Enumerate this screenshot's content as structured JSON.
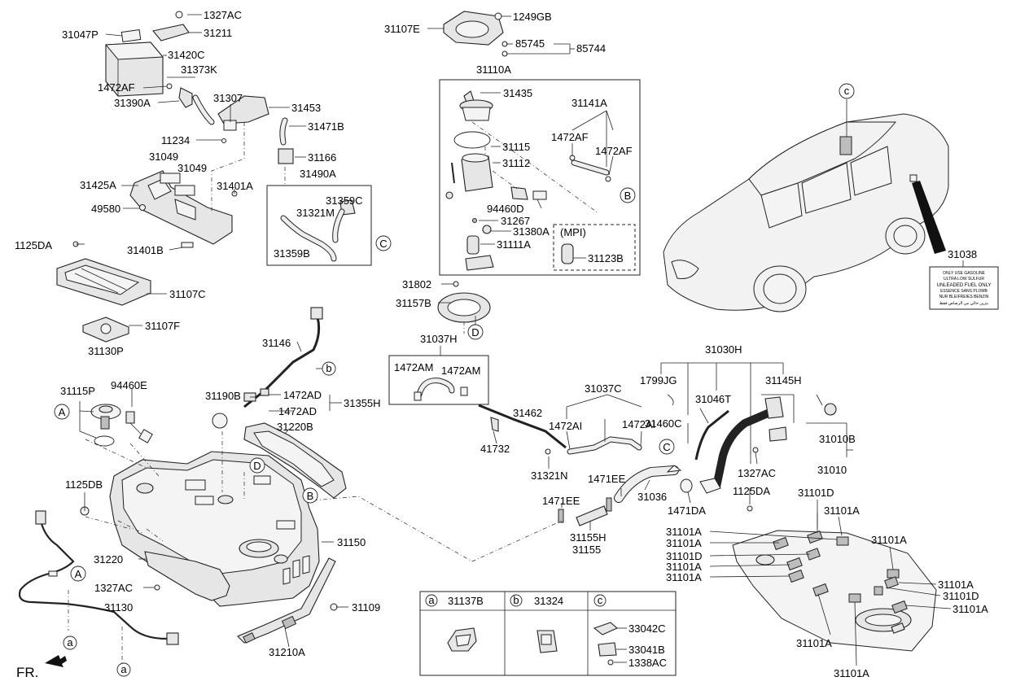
{
  "parts": {
    "p1327AC_top": "1327AC",
    "p31047P": "31047P",
    "p31211": "31211",
    "p31420C": "31420C",
    "p31373K": "31373K",
    "p1472AF_l": "1472AF",
    "p31390A": "31390A",
    "p31307": "31307",
    "p31453": "31453",
    "p31471B": "31471B",
    "p11234": "11234",
    "p31166": "31166",
    "p31049a": "31049",
    "p31049b": "31049",
    "p31490A": "31490A",
    "p31425A": "31425A",
    "p31401A": "31401A",
    "p31359C": "31359C",
    "p31321M": "31321M",
    "p49580": "49580",
    "p31401B": "31401B",
    "p31359B": "31359B",
    "p1125DA_l": "1125DA",
    "p31107C": "31107C",
    "p31107F": "31107F",
    "p31130P": "31130P",
    "p31115P": "31115P",
    "p94460E": "94460E",
    "p1125DB": "1125DB",
    "p31220": "31220",
    "p1327AC_l": "1327AC",
    "p31130": "31130",
    "p31109": "31109",
    "p31210A": "31210A",
    "p31150": "31150",
    "p31146": "31146",
    "p31190B": "31190B",
    "p1472AD_a": "1472AD",
    "p1472AD_b": "1472AD",
    "p31355H": "31355H",
    "p31220B": "31220B",
    "p31107E": "31107E",
    "p1249GB": "1249GB",
    "p85745": "85745",
    "p85744": "85744",
    "p31110A": "31110A",
    "p31435": "31435",
    "p31141A": "31141A",
    "p1472AF_m1": "1472AF",
    "p1472AF_m2": "1472AF",
    "p31115": "31115",
    "p31112": "31112",
    "p94460D": "94460D",
    "p31267": "31267",
    "p31380A": "31380A",
    "p31111A": "31111A",
    "mpi": "(MPI)",
    "p31123B": "31123B",
    "p31802": "31802",
    "p31157B": "31157B",
    "p31037H": "31037H",
    "p1472AM_a": "1472AM",
    "p1472AM_b": "1472AM",
    "p31462": "31462",
    "p41732": "41732",
    "p31037C": "31037C",
    "p1472AI_a": "1472AI",
    "p1472AI_b": "1472AI",
    "p31321N": "31321N",
    "p1471EE_a": "1471EE",
    "p1471EE_b": "1471EE",
    "p31036": "31036",
    "p1471DA": "1471DA",
    "p31155H": "31155H",
    "p31155": "31155",
    "p31030H": "31030H",
    "p1799JG": "1799JG",
    "p31145H": "31145H",
    "p31046T": "31046T",
    "p31460C": "31460C",
    "p1327AC_r": "1327AC",
    "p1125DA_r": "1125DA",
    "p31010B": "31010B",
    "p31010": "31010",
    "p31038": "31038",
    "p31101D_1": "31101D",
    "p31101A_1": "31101A",
    "p31101A_2": "31101A",
    "p31101A_3": "31101A",
    "p31101A_4": "31101A",
    "p31101D_2": "31101D",
    "p31101A_5": "31101A",
    "p31101A_6": "31101A",
    "p31101A_7": "31101A",
    "p31101D_3": "31101D",
    "p31101A_8": "31101A",
    "p31101A_9": "31101A",
    "p31101A_10": "31101A"
  },
  "callouts": {
    "A": "A",
    "B": "B",
    "C": "C",
    "D": "D",
    "a": "a",
    "b": "b",
    "c": "c"
  },
  "fuel_label_lines": [
    "ONLY USE GASOLINE",
    "ULTRA LOW SULFUR",
    "UNLEADED FUEL ONLY",
    "ESSENCE SANS PLOMB",
    "NUR BLEIFREIES BENZIN",
    "بنزين خالي من الرصاص فقط"
  ],
  "legend": {
    "a_part": "31137B",
    "b_part": "31324",
    "c_p1": "33042C",
    "c_p2": "33041B",
    "c_p3": "1338AC"
  },
  "direction": "FR."
}
